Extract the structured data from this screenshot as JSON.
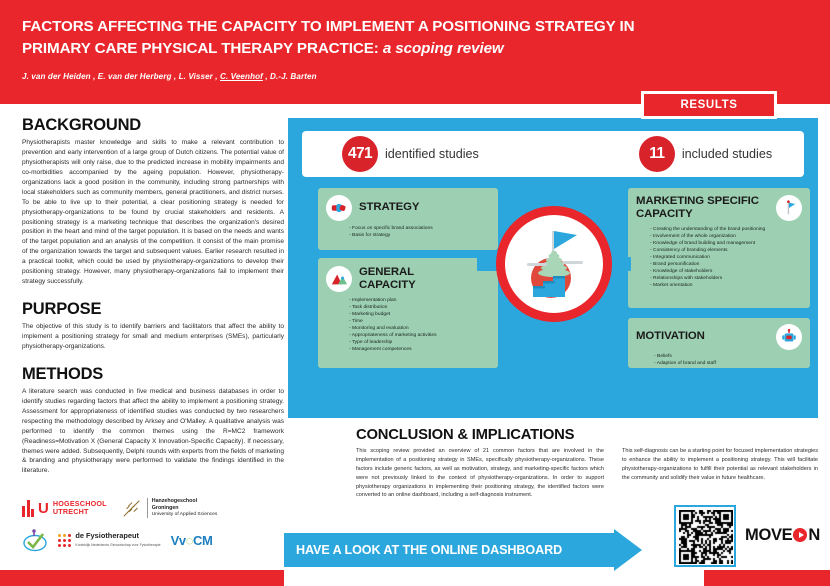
{
  "header": {
    "title_line1": "FACTORS AFFECTING THE CAPACITY TO IMPLEMENT A POSITIONING STRATEGY IN",
    "title_line2": "PRIMARY CARE PHYSICAL THERAPY PRACTICE:",
    "title_subtitle": "a scoping review",
    "authors_pre": "J. van der Heiden , E. van der Herberg , L. Visser , ",
    "authors_underlined": "C. Veenhof",
    "authors_post": " , D.-J. Barten",
    "results_tab": "RESULTS",
    "bg_color": "#e8262b"
  },
  "left": {
    "background_heading": "BACKGROUND",
    "background_text": "Physiotherapists master knowledge and skills to make a relevant contribution to prevention and early intervention of a large group of Dutch citizens. The potential value of physiotherapists will only raise, due to the predicted increase in mobility impairments and co-morbidities accompanied by the ageing population. However, physiotherapy-organizations lack a good position in the community, including strong partnerships with local stakeholders such as community members, general practitioners, and district nurses. To be able to live up to their potential, a clear positioning strategy is needed for physiotherapy-organizations to be found by crucial stakeholders and residents. A positioning strategy is a marketing technique that describes the organization's desired position in the heart and mind of the target population. It is based on the needs and wants of the target population and an analysis of the competition. It consist of the main promise of the organization towards the target and subsequent values. Earlier research resulted in a practical toolkit, which could be used by physiotherapy-organizations to develop their positioning strategy. However, many physiotherapy-organizations fail to implement their strategy successfully.",
    "purpose_heading": "PURPOSE",
    "purpose_text": "The objective of this study is to identify barriers and facilitators that affect the ability to implement a positioning strategy for small and medium enterprises (SMEs), particularly physiotherapy-organizations.",
    "methods_heading": "METHODS",
    "methods_text": "A literature search was conducted in five medical and business databases in order to identify studies regarding factors that affect the ability to implement a positioning strategy. Assessment for appropriateness of identified studies was conducted by two researchers respecting the methodology described by Arksey and O'Malley. A qualitative analysis was performed to identify the common themes using the R=MC2 framework (Readiness=Motivation X (General Capacity X Innovation-Specific Capacity). If necessary, themes were added. Subsequently, Delphi rounds with experts from the fields of marketing & branding and physiotherapy were performed to validate the findings identified in the literature."
  },
  "logos": [
    {
      "name": "Hogeschool Utrecht",
      "line1": "HOGESCHOOL",
      "line2": "UTRECHT"
    },
    {
      "name": "Hanzehogeschool Groningen",
      "line1": "Hanzehogeschool",
      "line2": "Groningen",
      "line3": "University of Applied Sciences"
    },
    {
      "name": "KNGF keurmerk",
      "label": ""
    },
    {
      "name": "de Fysiotherapeut",
      "line1": "de Fysiotherapeut",
      "line2": "Koninklijk Nederlands Genootschap voor Fysiotherapie"
    },
    {
      "name": "VvOCM",
      "label": "VvOCM"
    }
  ],
  "results": {
    "counts": [
      {
        "number": "471",
        "label": "identified studies"
      },
      {
        "number": "11",
        "label": "included studies"
      }
    ],
    "panel_color": "#2ba7de",
    "box_color": "#9dcfb2",
    "boxes": [
      {
        "id": "strategy",
        "title": "STRATEGY",
        "icon": "megaphone-icon",
        "items": [
          "Focus on specific brand associations",
          "Basis for strategy"
        ]
      },
      {
        "id": "general-capacity",
        "title": "GENERAL\nCAPACITY",
        "title_line1": "GENERAL",
        "title_line2": "CAPACITY",
        "icon": "mountain-icon",
        "items": [
          "Implementation plan",
          "Task distribution",
          "Marketing budget",
          "Time",
          "Monitoring and evaluation",
          "Appropriateness of marketing activities",
          "Type of leadership",
          "Management competences"
        ]
      },
      {
        "id": "marketing-specific-capacity",
        "title_line1": "MARKETING SPECIFIC",
        "title_line2": "CAPACITY",
        "icon": "flag-icon",
        "items": [
          "Creating the understanding of the brand positioning",
          "Involvement of the whole organization",
          "Knowledge of brand building and management",
          "Consistency of branding elements",
          "Integrated communication",
          "Brand personification",
          "Knowledge of stakeholders",
          "Relationships with stakeholders",
          "Market orientation"
        ]
      },
      {
        "id": "motivation",
        "title": "MOTIVATION",
        "icon": "robot-icon",
        "items": [
          "Beliefs",
          "Adaption of brand and staff"
        ]
      }
    ],
    "center_illustration": "target-flag-hill-icon"
  },
  "conclusion": {
    "heading": "CONCLUSION & IMPLICATIONS",
    "column1": "This scoping review provided an overview of 21 common factors that are involved in the implementation of a positioning strategy in SMEs, specifically physiotherapy-organizations. These factors include generic factors, as well as motivation, strategy, and marketing-specific factors which were not previously linked to the context of physiotherapy-organizations. In order to support physiotherapy organizations in implementing their positioning strategy, the identified factors were converted to an online dashboard, including a self-diagnosis instrument.",
    "column2": "This self-diagnosis can be a starting point for focused implementation strategies to enhance the ability to implement a positioning strategy. This will facilitate physiotherapy-organizations to fulfill their potential as relevant stakeholders in the community and solidify their value in future healthcare."
  },
  "footer": {
    "banner_text": "HAVE A LOOK AT THE ONLINE DASHBOARD",
    "qr_label": "qr-code",
    "brand_move": "MOVE",
    "brand_on": "N"
  }
}
